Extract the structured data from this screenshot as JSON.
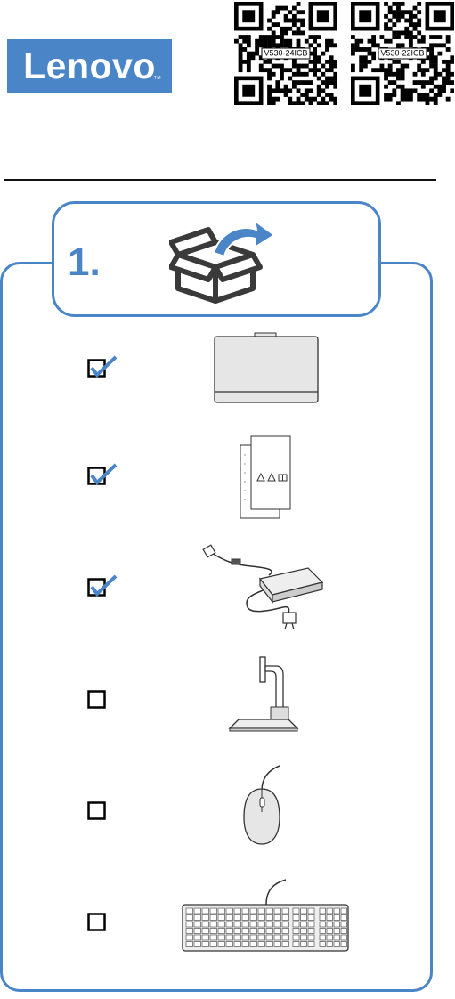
{
  "brand": {
    "name": "Lenovo",
    "trademark": "TM",
    "color": "#4a85c7"
  },
  "qr_codes": [
    {
      "label": "V530-24ICB"
    },
    {
      "label": "V530-22ICB"
    }
  ],
  "step": {
    "number": "1.",
    "icon": "unbox-icon"
  },
  "checklist": [
    {
      "item": "monitor-icon",
      "checked": true
    },
    {
      "item": "documents-icon",
      "checked": true
    },
    {
      "item": "power-adapter-icon",
      "checked": true
    },
    {
      "item": "stand-icon",
      "checked": false
    },
    {
      "item": "mouse-icon",
      "checked": false
    },
    {
      "item": "keyboard-icon",
      "checked": false
    }
  ],
  "colors": {
    "accent": "#4a85c7",
    "check": "#4a85c7",
    "outline": "#000000"
  }
}
